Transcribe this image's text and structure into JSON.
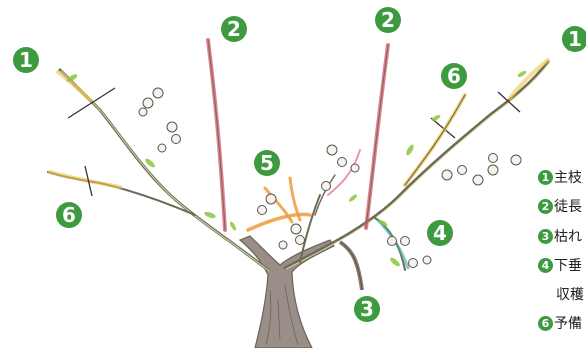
{
  "badges": {
    "main_left": "1",
    "main_right": "1",
    "water_left": "2",
    "water_right": "2",
    "dead": "3",
    "hanging": "4",
    "middle": "5",
    "reserve_left": "6",
    "reserve_right": "6"
  },
  "legend": {
    "items": [
      {
        "num": "1",
        "text": "主枝"
      },
      {
        "num": "2",
        "text": "徒長"
      },
      {
        "num": "3",
        "text": "枯れ"
      },
      {
        "num": "4",
        "text": "下垂"
      },
      {
        "num": "",
        "text": "収穫"
      },
      {
        "num": "6",
        "text": "予備"
      }
    ]
  },
  "colors": {
    "badge": "#3d9a3f",
    "trunk": "#8a7d74",
    "branch": "#6f6a58",
    "water_sprout": "#d9546e",
    "cut_yellow": "#f2c64d",
    "cut_orange": "#f09a3c",
    "leaf_green": "#8cc63f"
  }
}
